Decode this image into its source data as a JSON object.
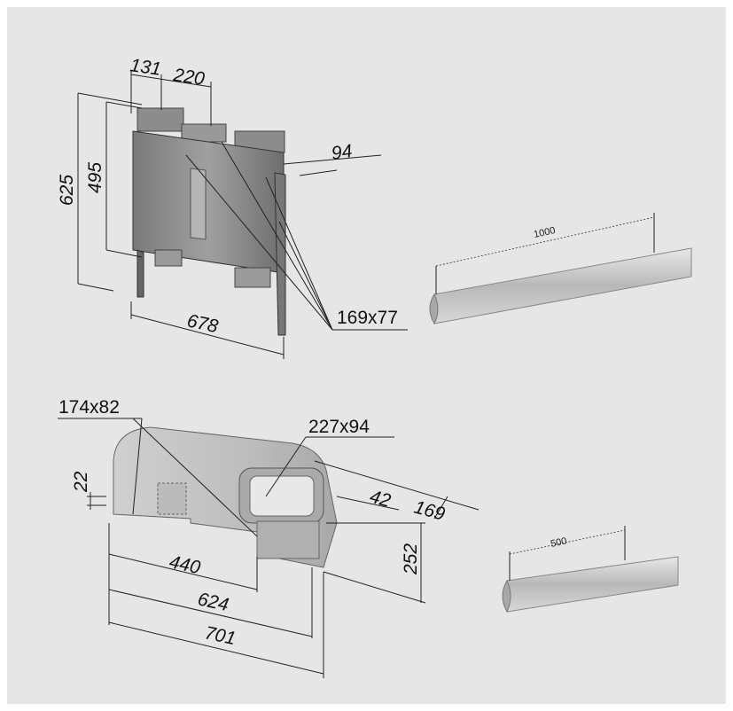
{
  "unit": {
    "dims": {
      "top_left": "131",
      "top_right": "220",
      "side_depth": "94",
      "height_total": "625",
      "height_body": "495",
      "width": "678"
    },
    "port_label": "169x77"
  },
  "duct_long": {
    "length": "1000"
  },
  "plenum": {
    "port_small": "174x82",
    "port_large": "227x94",
    "dims": {
      "offset": "22",
      "depth_a": "42",
      "depth_b": "169",
      "height": "252",
      "w1": "440",
      "w2": "624",
      "w3": "701"
    }
  },
  "duct_short": {
    "length": "500"
  },
  "colors": {
    "background": "#e6e6e6",
    "unit_body": "#8a8a8a",
    "duct": "#c8c8c8"
  }
}
